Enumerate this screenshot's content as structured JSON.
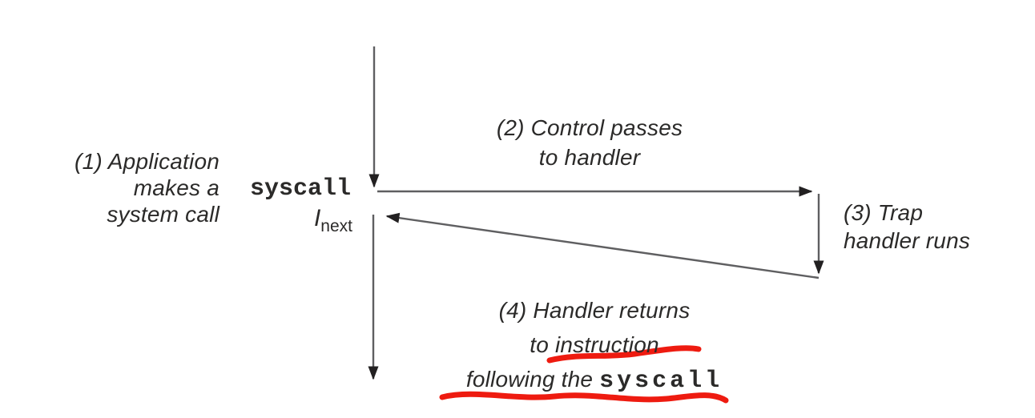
{
  "diagram": {
    "step1": {
      "lines": [
        "(1) Application",
        "makes a",
        "system call"
      ]
    },
    "step2": {
      "lines": [
        "(2) Control passes",
        "to handler"
      ]
    },
    "step3": {
      "lines": [
        "(3) Trap",
        "handler runs"
      ]
    },
    "step4": {
      "line1": "(4) Handler returns",
      "line2": "to instruction",
      "line3_prefix": "following the ",
      "line3_code": "syscall"
    },
    "code": {
      "syscall": "syscall",
      "inext_base": "I",
      "inext_sub": "next"
    }
  },
  "annotations": {
    "underlined_text_1": "instruction",
    "underlined_text_2": "following the syscall"
  },
  "colors": {
    "text": "#2b2a29",
    "line": "#5f5f61",
    "arrowhead": "#222021",
    "highlight_red": "#ee1b10",
    "background": "#ffffff"
  }
}
